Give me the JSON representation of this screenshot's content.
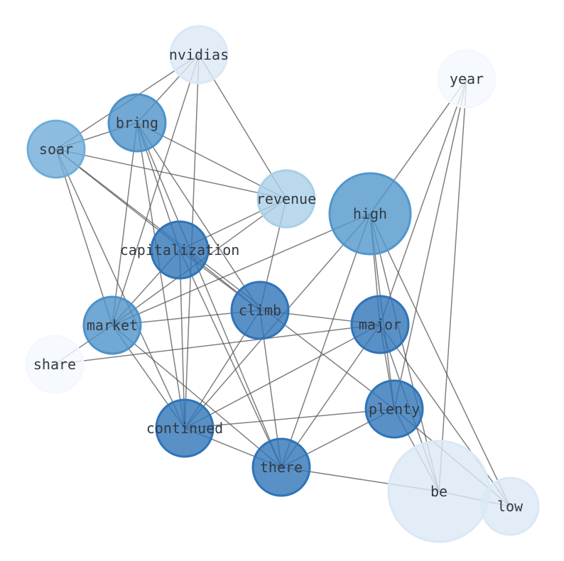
{
  "chart_data": {
    "type": "network",
    "nodes": [
      {
        "id": "nvidias",
        "label": "nvidias",
        "weight": 1,
        "color": "#dbe8f5"
      },
      {
        "id": "year",
        "label": "year",
        "weight": 1,
        "color": "#f4f8fe"
      },
      {
        "id": "bring",
        "label": "bring",
        "weight": 1,
        "color": "#4d92c9"
      },
      {
        "id": "soar",
        "label": "soar",
        "weight": 1,
        "color": "#6fadd9"
      },
      {
        "id": "revenue",
        "label": "revenue",
        "weight": 1,
        "color": "#aacfe7"
      },
      {
        "id": "high",
        "label": "high",
        "weight": 2,
        "color": "#5197cc"
      },
      {
        "id": "capitalization",
        "label": "capitalization",
        "weight": 1,
        "color": "#2f74b8"
      },
      {
        "id": "climb",
        "label": "climb",
        "weight": 1,
        "color": "#2f74b8"
      },
      {
        "id": "major",
        "label": "major",
        "weight": 1,
        "color": "#2f74b8"
      },
      {
        "id": "market",
        "label": "market",
        "weight": 1,
        "color": "#4d92c9"
      },
      {
        "id": "share",
        "label": "share",
        "weight": 1,
        "color": "#f4f8fe"
      },
      {
        "id": "plenty",
        "label": "plenty",
        "weight": 1,
        "color": "#2f74b8"
      },
      {
        "id": "continued",
        "label": "continued",
        "weight": 1,
        "color": "#2f74b8"
      },
      {
        "id": "there",
        "label": "there",
        "weight": 1,
        "color": "#2f74b8"
      },
      {
        "id": "be",
        "label": "be",
        "weight": 3,
        "color": "#dbe8f5"
      },
      {
        "id": "low",
        "label": "low",
        "weight": 1,
        "color": "#dbe8f5"
      }
    ],
    "edges": [
      [
        "nvidias",
        "soar"
      ],
      [
        "nvidias",
        "bring"
      ],
      [
        "nvidias",
        "market"
      ],
      [
        "nvidias",
        "continued"
      ],
      [
        "nvidias",
        "revenue"
      ],
      [
        "bring",
        "soar"
      ],
      [
        "bring",
        "revenue"
      ],
      [
        "bring",
        "market"
      ],
      [
        "bring",
        "capitalization"
      ],
      [
        "bring",
        "continued"
      ],
      [
        "bring",
        "there"
      ],
      [
        "bring",
        "climb"
      ],
      [
        "soar",
        "revenue"
      ],
      [
        "soar",
        "market"
      ],
      [
        "soar",
        "continued"
      ],
      [
        "soar",
        "plenty"
      ],
      [
        "soar",
        "climb"
      ],
      [
        "revenue",
        "capitalization"
      ],
      [
        "revenue",
        "market"
      ],
      [
        "revenue",
        "climb"
      ],
      [
        "high",
        "year"
      ],
      [
        "high",
        "market"
      ],
      [
        "high",
        "continued"
      ],
      [
        "high",
        "there"
      ],
      [
        "high",
        "plenty"
      ],
      [
        "high",
        "be"
      ],
      [
        "high",
        "low"
      ],
      [
        "high",
        "major"
      ],
      [
        "capitalization",
        "market"
      ],
      [
        "capitalization",
        "continued"
      ],
      [
        "capitalization",
        "there"
      ],
      [
        "capitalization",
        "climb"
      ],
      [
        "climb",
        "market"
      ],
      [
        "climb",
        "major"
      ],
      [
        "climb",
        "continued"
      ],
      [
        "climb",
        "there"
      ],
      [
        "major",
        "share"
      ],
      [
        "major",
        "continued"
      ],
      [
        "major",
        "there"
      ],
      [
        "major",
        "plenty"
      ],
      [
        "major",
        "be"
      ],
      [
        "major",
        "low"
      ],
      [
        "major",
        "year"
      ],
      [
        "market",
        "share"
      ],
      [
        "market",
        "continued"
      ],
      [
        "market",
        "there"
      ],
      [
        "plenty",
        "continued"
      ],
      [
        "plenty",
        "there"
      ],
      [
        "plenty",
        "year"
      ],
      [
        "plenty",
        "be"
      ],
      [
        "plenty",
        "low"
      ],
      [
        "there",
        "continued"
      ],
      [
        "there",
        "be"
      ],
      [
        "be",
        "year"
      ],
      [
        "be",
        "low"
      ]
    ]
  }
}
